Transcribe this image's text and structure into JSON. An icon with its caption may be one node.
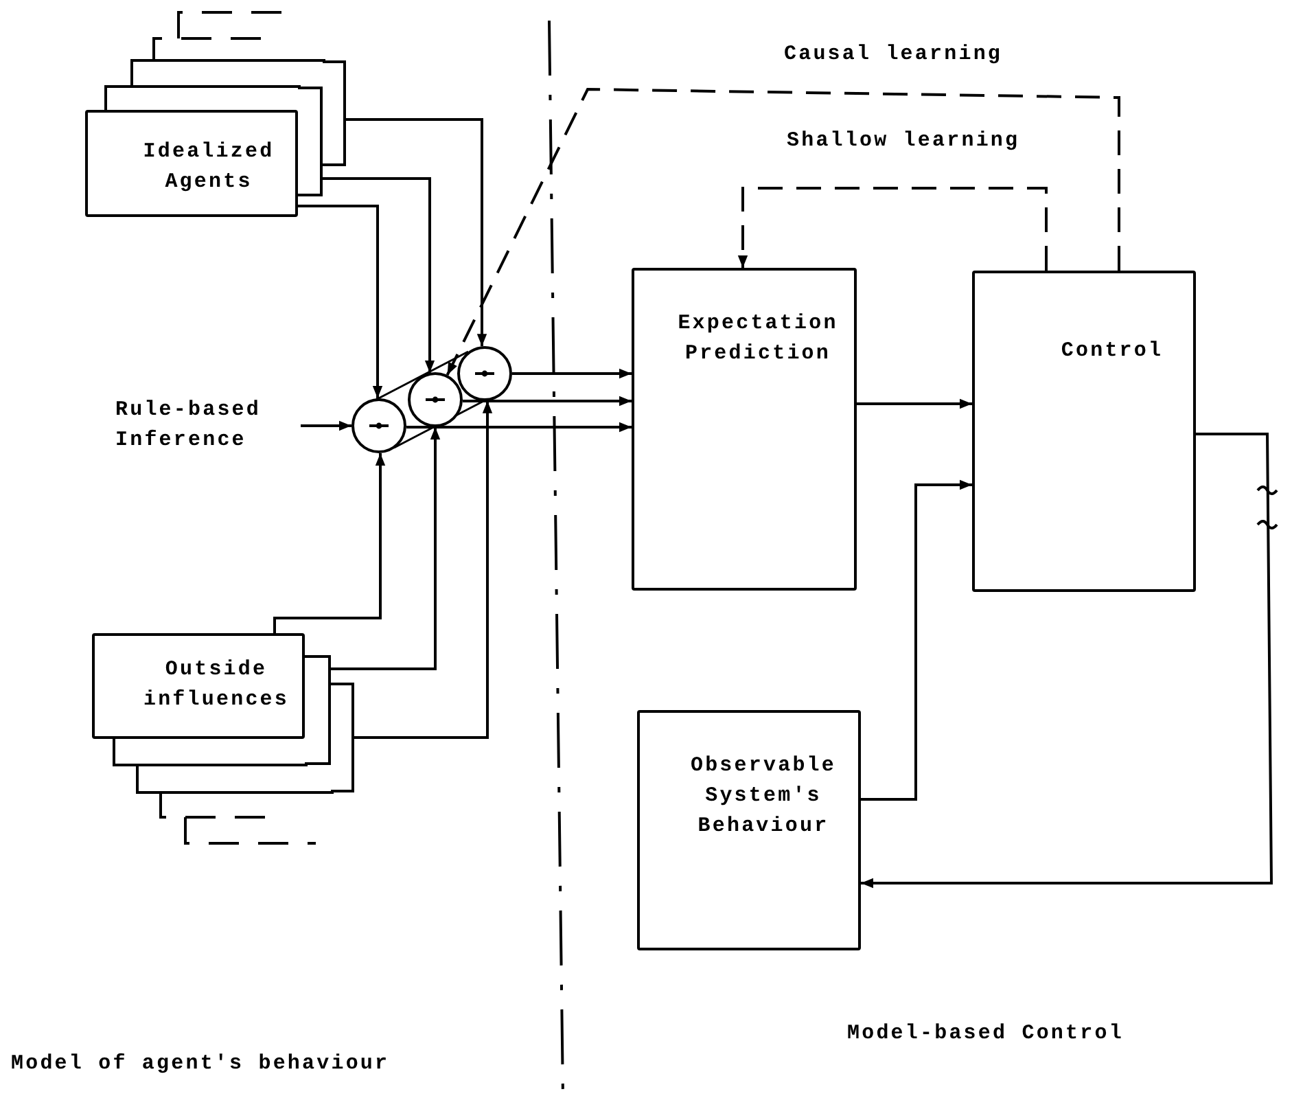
{
  "diagram": {
    "nodes": [
      {
        "text": [
          "Idealized Agents"
        ]
      },
      {
        "text": [],
        "shape": "box"
      },
      {
        "text": [],
        "shape": "box"
      },
      {
        "text": [],
        "shape": "circle"
      },
      {
        "text": [],
        "shape": "circle"
      },
      {
        "text": [],
        "shape": "circle"
      },
      {
        "text": [
          "Rule-based Inference"
        ]
      },
      {
        "text": [
          "Outside influences"
        ]
      },
      {
        "text": [],
        "shape": "box"
      },
      {
        "text": [],
        "shape": "box"
      },
      {
        "text": [
          "Expectation Prediction"
        ]
      },
      {
        "text": [
          "Control"
        ]
      },
      {
        "text": [
          "Observable System's Behaviour"
        ]
      }
    ],
    "edges": [
      {
        "from": 0,
        "to": 3,
        "arrow": "to"
      },
      {
        "from": 1,
        "to": 4,
        "arrow": "to"
      },
      {
        "from": 2,
        "to": 5,
        "arrow": "to"
      },
      {
        "from": 6,
        "to": 3,
        "arrow": "to"
      },
      {
        "from": 7,
        "to": 3,
        "arrow": "to"
      },
      {
        "from": 8,
        "to": 4,
        "arrow": "to"
      },
      {
        "from": 9,
        "to": 5,
        "arrow": "to"
      },
      {
        "from": 5,
        "to": 10,
        "arrow": "to"
      },
      {
        "from": 4,
        "to": 10,
        "arrow": "to"
      },
      {
        "from": 3,
        "to": 10,
        "arrow": "to"
      },
      {
        "from": 10,
        "to": 11,
        "arrow": "to"
      },
      {
        "from": 12,
        "to": 11,
        "arrow": "to"
      },
      {
        "from": 11,
        "to": 12,
        "arrow": "to"
      },
      {
        "from": 11,
        "to": 10,
        "arrow": "to",
        "label": "Shallow learning",
        "style": "dashed"
      },
      {
        "from": 11,
        "to": 4,
        "arrow": "to",
        "label": "Causal learning",
        "style": "dashed"
      }
    ],
    "labels": [
      "Model-based Control",
      "Model of agent's behaviour"
    ]
  }
}
